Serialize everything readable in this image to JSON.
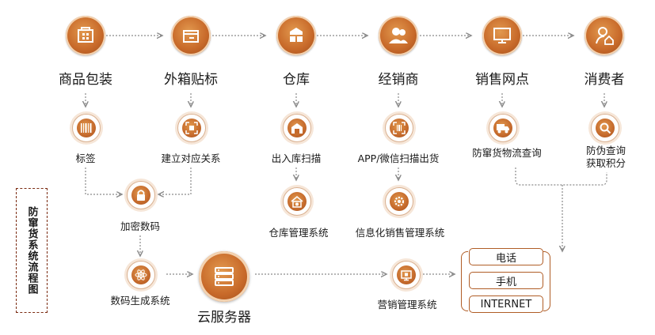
{
  "side_title": "防窜货系统流程图",
  "main_flow": [
    "商品包装",
    "外箱贴标",
    "仓库",
    "经销商",
    "销售网点",
    "消费者"
  ],
  "sub_nodes": {
    "biaoqian": "标签",
    "jianli": "建立对应关系",
    "churuku": "出入库扫描",
    "app": "APP/微信扫描出货",
    "chaxun": "防窜货物流查询",
    "fangwei_line1": "防伪查询",
    "fangwei_line2": "获取积分",
    "jiami": "加密数码",
    "cangku_sys": "仓库管理系统",
    "xinxi_sys": "信息化销售管理系统",
    "shuma_sys": "数码生成系统",
    "cloud": "云服务器",
    "yingxiao_sys": "营销管理系统"
  },
  "channels": [
    "电话",
    "手机",
    "INTERNET"
  ],
  "colors": {
    "accent": "#c86a2a",
    "accent_dark": "#9b4a1a",
    "line": "#7a7a7a",
    "border_dark": "#7a2a10"
  },
  "icons": {
    "main": [
      "qr-box-icon",
      "package-box-icon",
      "warehouse-icon",
      "people-icon",
      "monitor-icon",
      "user-home-icon"
    ],
    "sub": [
      "barcode-icon",
      "scan-box-icon",
      "warehouse-door-icon",
      "scan-frame-icon",
      "truck-icon",
      "search-icon",
      "lock-icon",
      "house-gear-icon",
      "gear-icon",
      "atom-icon",
      "server-icon",
      "screen-chip-icon"
    ]
  }
}
